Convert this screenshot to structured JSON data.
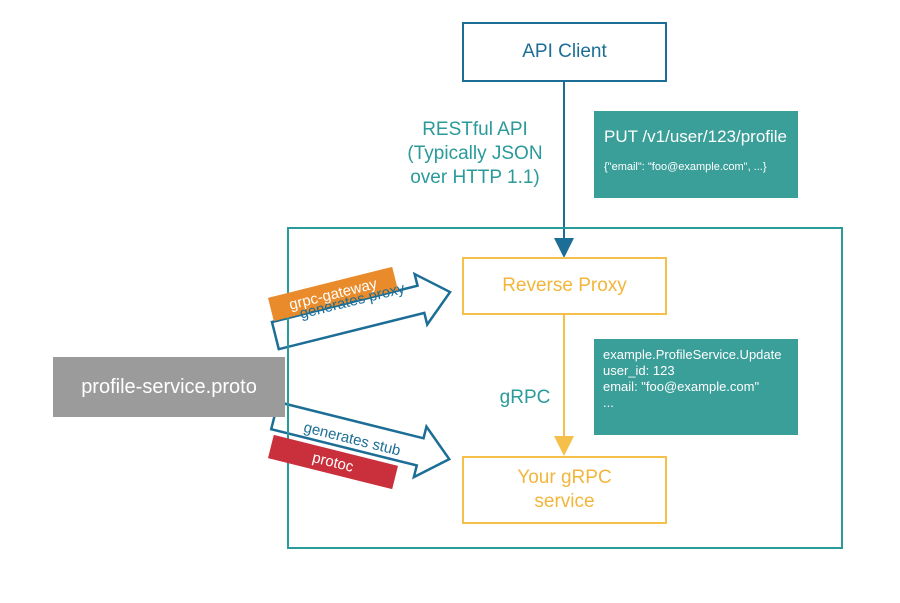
{
  "nodes": {
    "api_client": "API Client",
    "reverse_proxy": "Reverse Proxy",
    "grpc_service": "Your gRPC service",
    "proto_file": "profile-service.proto"
  },
  "labels": {
    "rest_lines": [
      "RESTful API",
      "(Typically JSON",
      "over HTTP 1.1)"
    ],
    "grpc": "gRPC"
  },
  "rest_note": {
    "request": "PUT /v1/user/123/profile",
    "body": "{\"email\": \"foo@example.com\", ...}"
  },
  "grpc_note": {
    "lines": [
      "example.ProfileService.Update",
      "",
      "user_id: 123",
      "email: \"foo@example.com\"",
      "..."
    ]
  },
  "generators": {
    "gateway_tag": "grpc-gateway",
    "gateway_action": "generates proxy",
    "protoc_tag": "protoc",
    "protoc_action": "generates stub"
  },
  "colors": {
    "client_blue": "#1c6e96",
    "teal": "#2a9a9a",
    "proxy_yellow": "#f4c04a",
    "gateway_orange": "#e98b2a",
    "protoc_red": "#c9303b",
    "proto_gray": "#9b9b9b"
  }
}
